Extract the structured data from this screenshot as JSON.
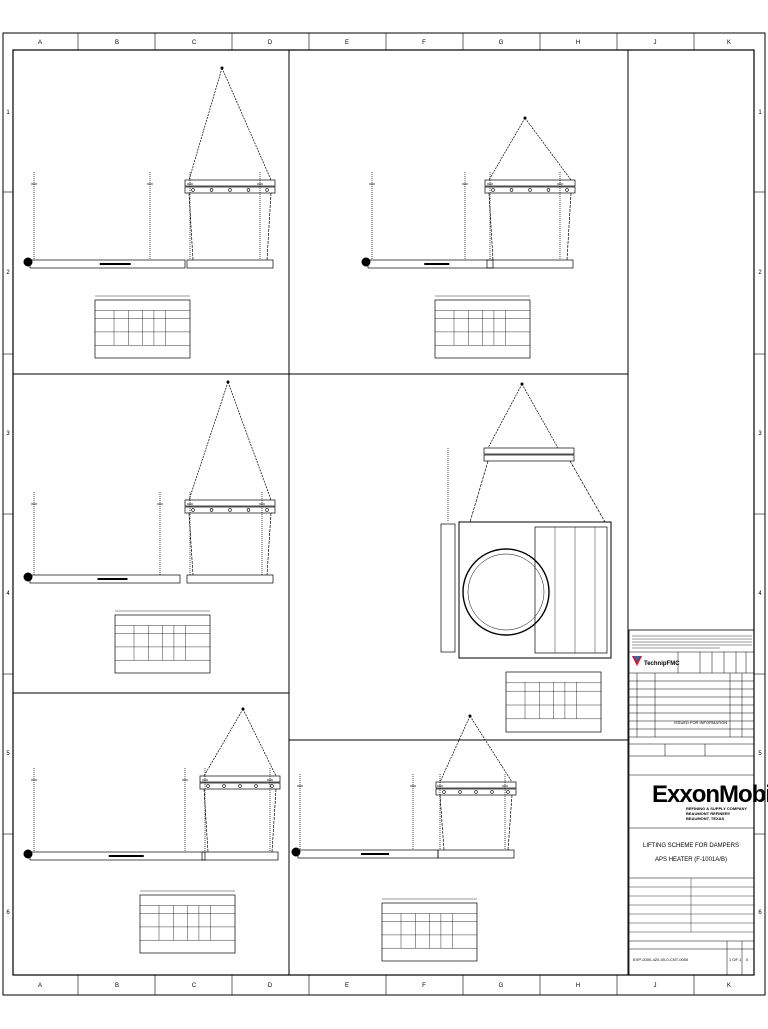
{
  "grid": {
    "columns": [
      "A",
      "B",
      "C",
      "D",
      "E",
      "F",
      "G",
      "H",
      "J",
      "K"
    ],
    "rows": [
      "1",
      "2",
      "3",
      "4",
      "5",
      "6"
    ]
  },
  "title_block": {
    "company": "ExxonMobil",
    "company_sub": [
      "REFINING & SUPPLY COMPANY",
      "BEAUMONT REFINERY",
      "BEAUMONT, TEXAS"
    ],
    "contractor": "TechnipFMC",
    "revision_note": "ISSUED FOR INFORMATION",
    "title_line1": "LIFTING SCHEME FOR DAMPERS",
    "title_line2": "APS HEATER (F-1001A/B)",
    "drawing_number": "EXP-2000-420-00-0-CNT-0000",
    "sheet": "1 OF 1",
    "revision": "0"
  }
}
